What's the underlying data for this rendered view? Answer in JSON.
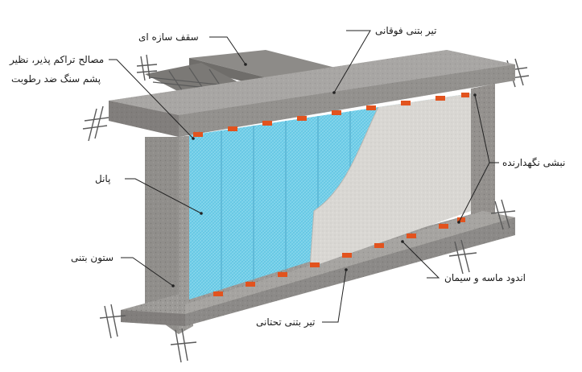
{
  "labels": {
    "roof": "سقف سازه ای",
    "top_beam": "تیر بتنی فوقانی",
    "materials_line1": "مصالح تراکم پذیر، نظیر",
    "materials_line2": "پشم سنگ ضد رطوبت",
    "retaining_angle": "نبشی نگهدارنده",
    "panel": "پانل",
    "column": "ستون بتنی",
    "plaster": "اندود ماسه و سیمان",
    "bottom_beam": "تیر بتنی تحتانی"
  },
  "colors": {
    "concrete": "#9c9a97",
    "concrete_light": "#b3b1ae",
    "concrete_dark": "#6f6d6a",
    "panel": "#6ecde8",
    "plaster": "#d9d7d3",
    "angle": "#e2531e",
    "rebar": "#5a5a5a",
    "leader": "#222222"
  }
}
